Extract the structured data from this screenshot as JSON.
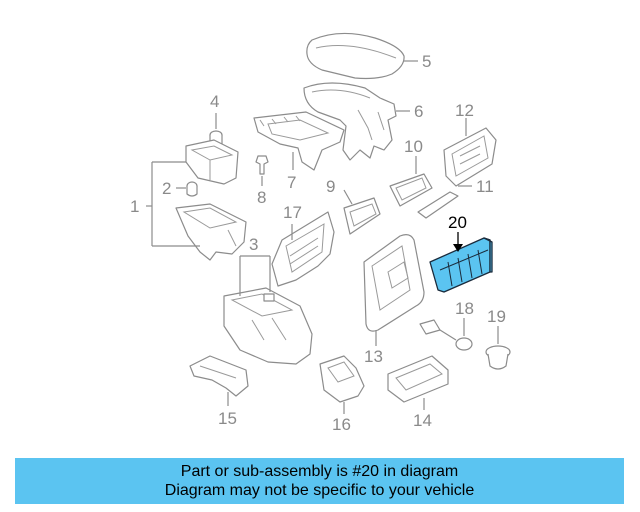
{
  "diagram": {
    "highlight_color": "#5bc4f1",
    "callouts": [
      "1",
      "2",
      "3",
      "4",
      "5",
      "6",
      "7",
      "8",
      "9",
      "10",
      "11",
      "12",
      "13",
      "14",
      "15",
      "16",
      "17",
      "18",
      "19",
      "20"
    ]
  },
  "banner": {
    "background": "#5bc4f1",
    "line1": "Part or sub-assembly is #20 in diagram",
    "line2": "Diagram may not be specific to your vehicle"
  }
}
